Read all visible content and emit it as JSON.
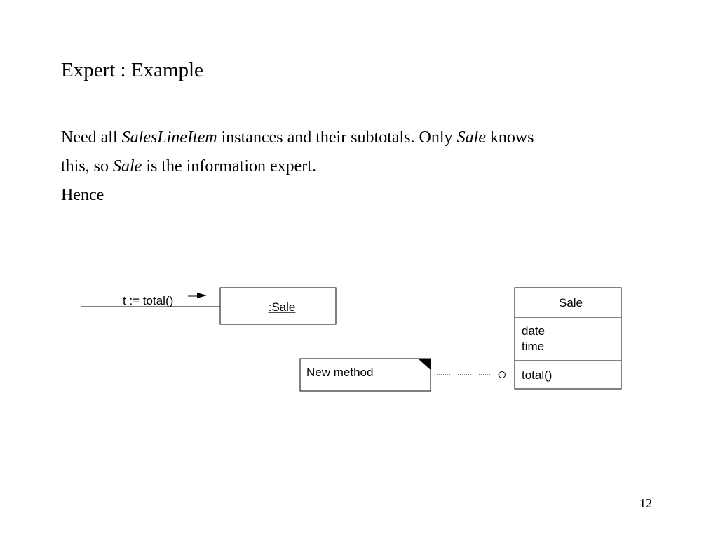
{
  "slide": {
    "title": "Expert : Example",
    "paragraph1": {
      "part1": "Need all ",
      "italic1": "SalesLineItem",
      "part2": " instances and their subtotals. Only ",
      "italic2": "Sale",
      "part3": " knows"
    },
    "paragraph2": {
      "part1": "this, so ",
      "italic1": "Sale",
      "part2": " is the information expert."
    },
    "paragraph3": "Hence",
    "page_number": "12"
  },
  "diagram": {
    "message_label": "t := total()",
    "object_label": ":Sale",
    "note_label": "New method",
    "class": {
      "name": "Sale",
      "attributes": [
        "date",
        "time"
      ],
      "operations": [
        "total()"
      ]
    }
  }
}
